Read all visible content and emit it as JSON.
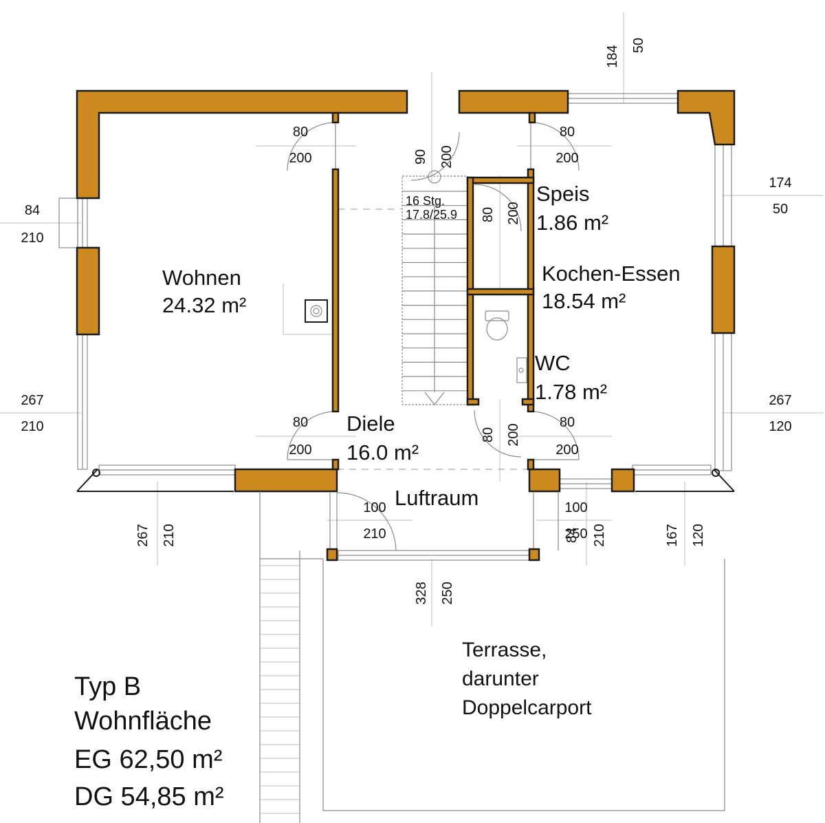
{
  "rooms": {
    "wohnen": {
      "name": "Wohnen",
      "area": "24.32 m²"
    },
    "speis": {
      "name": "Speis",
      "area": "1.86 m²"
    },
    "kochen": {
      "name": "Kochen-Essen",
      "area": "18.54 m²"
    },
    "wc": {
      "name": "WC",
      "area": "1.78 m²"
    },
    "diele": {
      "name": "Diele",
      "area": "16.0 m²"
    },
    "luftraum": {
      "name": "Luftraum"
    }
  },
  "stairs": {
    "steps": "16 Stg.",
    "ratio": "17.8/25.9"
  },
  "terrace": {
    "line1": "Terrasse,",
    "line2": "darunter",
    "line3": "Doppelcarport"
  },
  "summary": {
    "type": "Typ B",
    "label": "Wohnfläche",
    "eg": "EG 62,50 m²",
    "dg": "DG 54,85 m²"
  },
  "openings": {
    "window_top_right": {
      "w": "184",
      "h": "50"
    },
    "window_right_upper": {
      "w": "174",
      "h": "50"
    },
    "window_right_lower": {
      "w": "267",
      "h": "120"
    },
    "window_left_upper": {
      "w": "84",
      "h": "210"
    },
    "window_left_lower": {
      "w": "267",
      "h": "210"
    },
    "window_bottom_left": {
      "w": "267",
      "h": "210"
    },
    "window_bottom_right_a": {
      "w": "84",
      "h": "210"
    },
    "window_bottom_right_b": {
      "w": "167",
      "h": "120"
    },
    "door_bottom_right": {
      "w": "100",
      "h": "250"
    },
    "door_luftraum": {
      "w": "100",
      "h": "210"
    },
    "opening_bottom_center": {
      "w": "328",
      "h": "250"
    },
    "door_entrance": {
      "w": "90",
      "h": "200"
    },
    "door_wohnen_top": {
      "w": "80",
      "h": "200"
    },
    "door_kochen_top": {
      "w": "80",
      "h": "200"
    },
    "door_speis": {
      "w": "80",
      "h": "200"
    },
    "door_wc": {
      "w": "80",
      "h": "200"
    },
    "door_wohnen_bottom": {
      "w": "80",
      "h": "200"
    },
    "door_kochen_bottom": {
      "w": "80",
      "h": "200"
    }
  }
}
